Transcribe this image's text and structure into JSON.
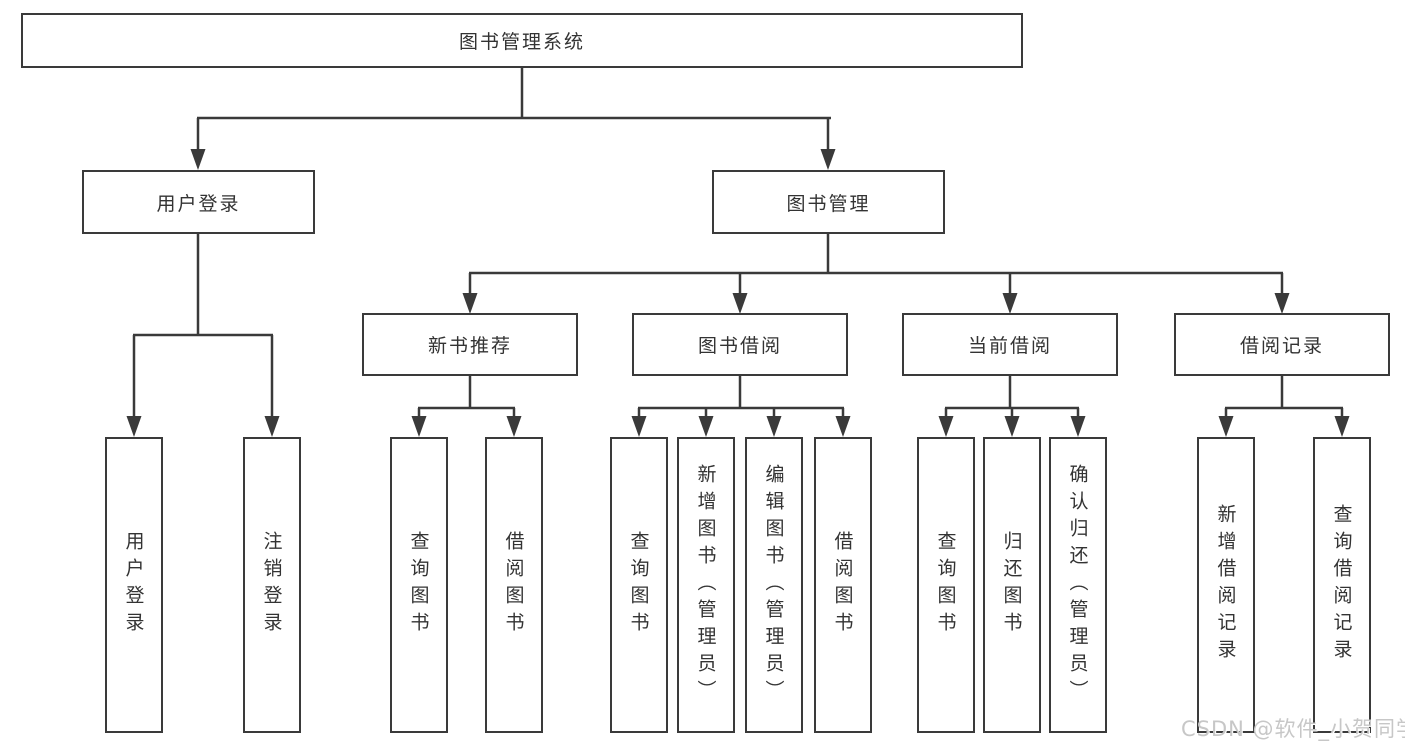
{
  "diagram": {
    "type": "hierarchy-tree",
    "tree": {
      "label": "图书管理系统",
      "children": [
        {
          "label": "用户登录",
          "children": [
            {
              "label": "用户登录"
            },
            {
              "label": "注销登录"
            }
          ]
        },
        {
          "label": "图书管理",
          "children": [
            {
              "label": "新书推荐",
              "children": [
                {
                  "label": "查询图书"
                },
                {
                  "label": "借阅图书"
                }
              ]
            },
            {
              "label": "图书借阅",
              "children": [
                {
                  "label": "查询图书"
                },
                {
                  "label": "新增图书（管理员）"
                },
                {
                  "label": "编辑图书（管理员）"
                },
                {
                  "label": "借阅图书"
                }
              ]
            },
            {
              "label": "当前借阅",
              "children": [
                {
                  "label": "查询图书"
                },
                {
                  "label": "归还图书"
                },
                {
                  "label": "确认归还（管理员）"
                }
              ]
            },
            {
              "label": "借阅记录",
              "children": [
                {
                  "label": "新增借阅记录"
                },
                {
                  "label": "查询借阅记录"
                }
              ]
            }
          ]
        }
      ]
    }
  },
  "watermark": {
    "text": "CSDN @软件_小贺同学"
  },
  "colors": {
    "line": "#3a3a3a",
    "border": "#3a3a3a",
    "text": "#333333",
    "watermark": "#c7c7c7",
    "background": "#ffffff"
  }
}
